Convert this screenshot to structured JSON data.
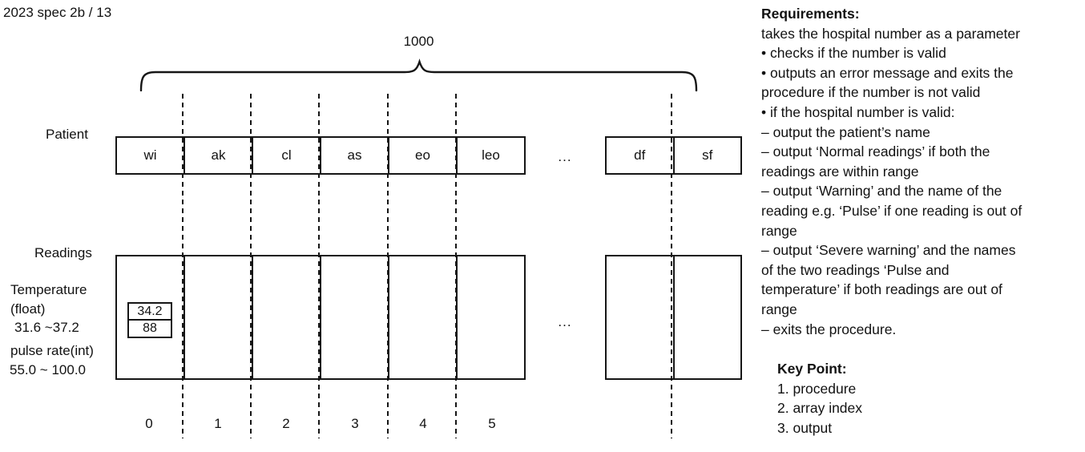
{
  "ink_color": "#161616",
  "title": "2023 spec 2b / 13",
  "diagram": {
    "capacity_label": "1000",
    "patient": {
      "label": "Patient",
      "cells": [
        "wi",
        "ak",
        "cl",
        "as",
        "eo",
        "leo"
      ],
      "ellipsis": "...",
      "tail_cells": [
        "df",
        "sf"
      ]
    },
    "readings": {
      "label": "Readings",
      "temperature_value": "34.2",
      "pulse_value": "88",
      "ellipsis": "...",
      "side_labels": [
        "Temperature",
        "(float)",
        "31.6 ~37.2",
        "pulse rate(int)",
        "55.0 ~ 100.0"
      ]
    },
    "indices": [
      "0",
      "1",
      "2",
      "3",
      "4",
      "5"
    ]
  },
  "requirements": {
    "heading": "Requirements:",
    "items": [
      "takes the hospital number as a parameter",
      "• checks if the number is valid",
      "• outputs an error message and exits the\nprocedure if the number is not valid",
      "• if the hospital number is valid:",
      "– output the patient’s name",
      "– output ‘Normal readings’ if both the\nreadings are within range",
      "– output ‘Warning’ and the name of the\nreading e.g. ‘Pulse’ if one reading is out of\nrange",
      "– output ‘Severe warning’ and the names\nof the two readings ‘Pulse and\ntemperature’ if both readings are out of\nrange",
      "– exits the procedure."
    ]
  },
  "key_point": {
    "heading": "Key Point:",
    "items": [
      "1. procedure",
      "2. array index",
      "3. output"
    ]
  }
}
